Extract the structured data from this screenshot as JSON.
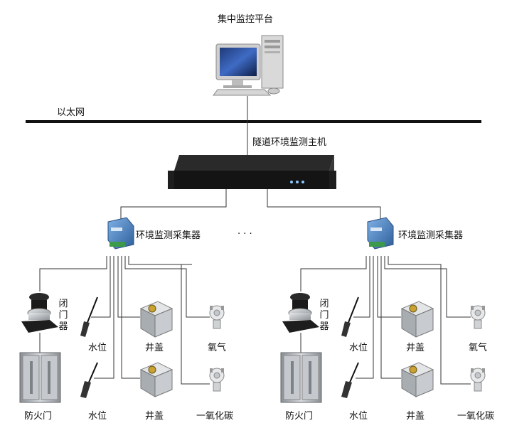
{
  "title": "集中监控平台",
  "network": "以太网",
  "host": "隧道环境监测主机",
  "ellipsis": "· · ·",
  "groups": [
    {
      "collector": "环境监测采集器",
      "door_closer": [
        "闭",
        "门",
        "器"
      ],
      "fire_door": "防火门",
      "water_level_1": "水位",
      "water_level_2": "水位",
      "manhole_1": "井盖",
      "manhole_2": "井盖",
      "oxygen": "氧气",
      "co": "一氧化碳"
    },
    {
      "collector": "环境监测采集器",
      "door_closer": [
        "闭",
        "门",
        "器"
      ],
      "fire_door": "防火门",
      "water_level_1": "水位",
      "water_level_2": "水位",
      "manhole_1": "井盖",
      "manhole_2": "井盖",
      "oxygen": "氧气",
      "co": "一氧化碳"
    }
  ]
}
